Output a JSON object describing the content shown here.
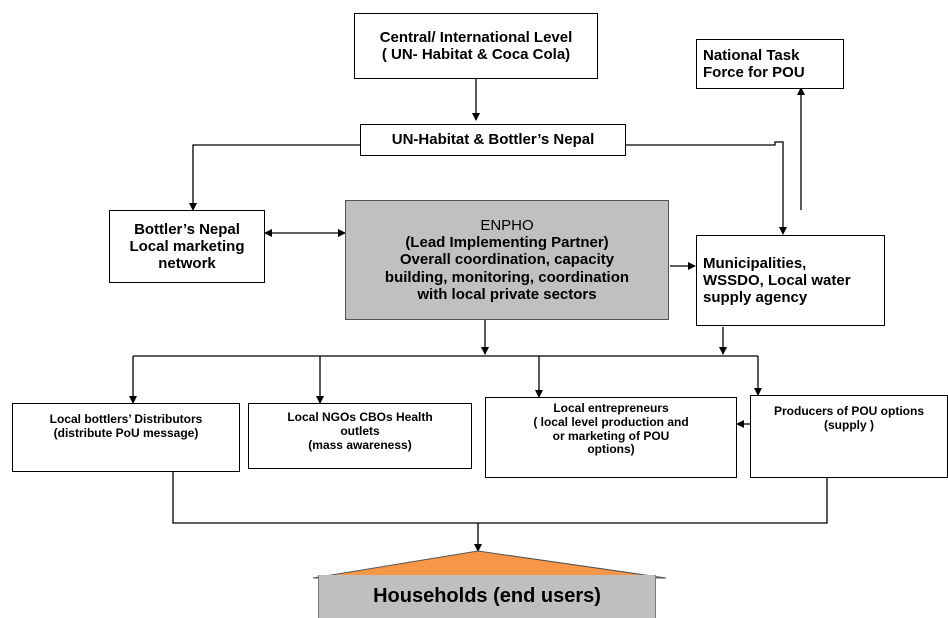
{
  "colors": {
    "lead_box_fill": "#c0c0c0",
    "roof_fill": "#f79646",
    "house_body_fill": "#bfbfbf",
    "line": "#000000"
  },
  "nodes": {
    "central": [
      "Central/ International Level",
      "( UN- Habitat & Coca Cola)"
    ],
    "task_force": [
      "National Task",
      "Force for POU"
    ],
    "un_habitat_bottlers": [
      "UN-Habitat & Bottler’s Nepal"
    ],
    "bottlers_nepal": [
      "Bottler’s Nepal",
      "Local marketing",
      "network"
    ],
    "enpho": [
      "ENPHO",
      "(Lead Implementing Partner)",
      "Overall coordination, capacity",
      "building, monitoring, coordination",
      "with local private sectors"
    ],
    "municipalities": [
      "Municipalities,",
      "WSSDO, Local water",
      "supply agency"
    ],
    "distributors": [
      "Local bottlers’ Distributors",
      "(distribute PoU message)"
    ],
    "ngos": [
      "Local NGOs  CBOs  Health",
      "outlets",
      "(mass awareness)"
    ],
    "entrepreneurs": [
      "Local entrepreneurs",
      "( local level production and",
      "or marketing of POU",
      "options)"
    ],
    "producers": [
      "Producers of POU options",
      "(supply )"
    ],
    "households": "Households (end users)"
  }
}
